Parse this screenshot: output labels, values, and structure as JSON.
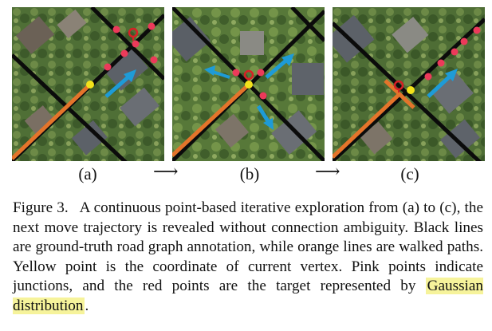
{
  "figure": {
    "panels": [
      {
        "id": "a",
        "label": "(a)"
      },
      {
        "id": "b",
        "label": "(b)"
      },
      {
        "id": "c",
        "label": "(c)"
      }
    ],
    "arrow_symbol": "⟶",
    "caption": {
      "figure_number": "Figure 3.",
      "body": "A continuous point-based iterative exploration from (a) to (c), the next move trajectory is revealed without connection ambiguity. Black lines are ground-truth road graph annotation, while orange lines are walked paths. Yellow point is the coordinate of current vertex. Pink points indicate junctions, and the red points are the target represented by",
      "highlight": "Gaussian distribution",
      "tail": "."
    }
  },
  "colors": {
    "road": "#0b0b0b",
    "walked_path": "#e4742b",
    "current_vertex": "#f3e21a",
    "junction": "#ec3a5a",
    "target": "#d81f26",
    "direction_arrow": "#1e9bd7",
    "highlight": "#f6f39b"
  }
}
